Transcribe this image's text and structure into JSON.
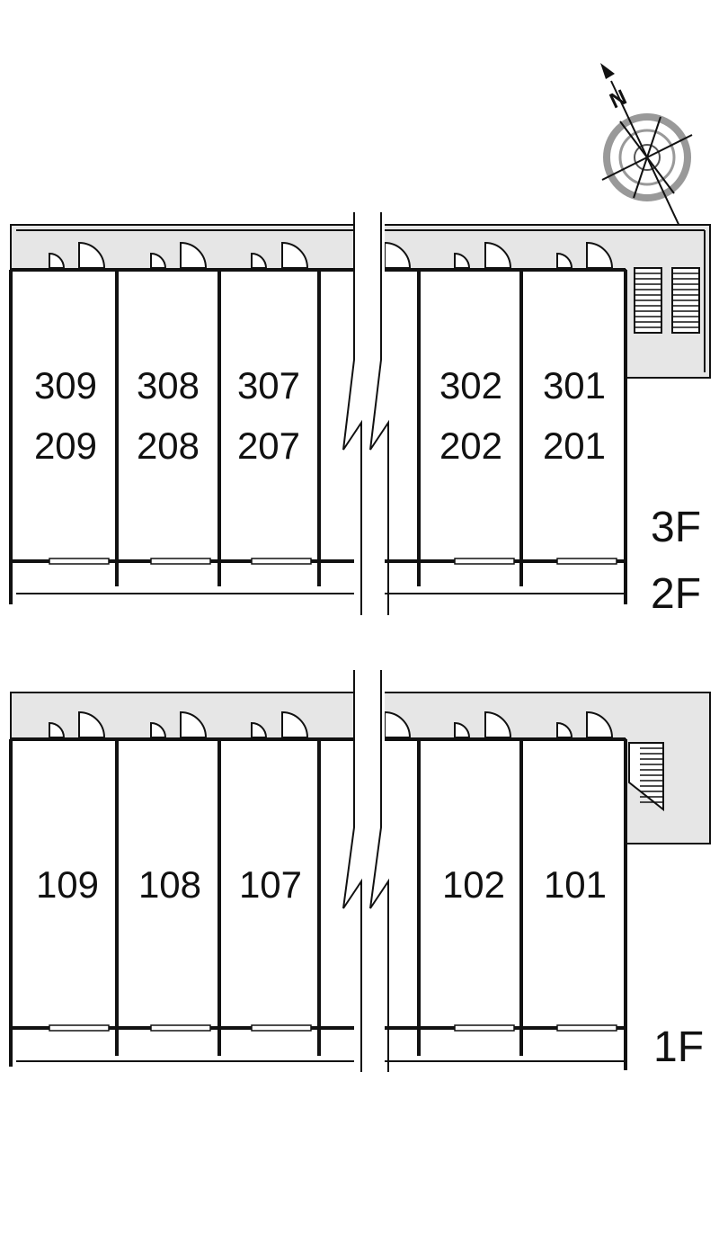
{
  "compass": {
    "label": "N"
  },
  "upper_block": {
    "floor_labels": [
      "3F",
      "2F"
    ],
    "units": [
      {
        "top": "309",
        "bottom": "209"
      },
      {
        "top": "308",
        "bottom": "208"
      },
      {
        "top": "307",
        "bottom": "207"
      },
      {
        "top": "302",
        "bottom": "202"
      },
      {
        "top": "301",
        "bottom": "201"
      }
    ]
  },
  "lower_block": {
    "floor_labels": [
      "1F"
    ],
    "units": [
      "109",
      "108",
      "107",
      "102",
      "101"
    ]
  },
  "colors": {
    "corridor": "#e6e6e6",
    "line": "#111111"
  }
}
